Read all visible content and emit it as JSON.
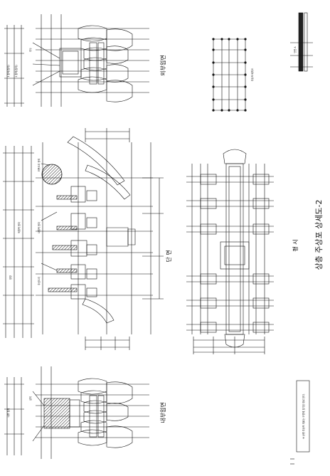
{
  "sheet_title": "상층 주상포 상세도-2",
  "views": {
    "exterior_elevation": "외부입면",
    "section": "단 면",
    "interior_elevation": "내부입면",
    "plan": "평 시",
    "key_plan": "주상포 배치도"
  },
  "legend_box_text": "※ 상층 주상포 재료는 도면에 표기된 대로 한다.",
  "notes": {
    "ext_top": "1 출목(첨차)",
    "ext_mid": "2 출목(첨차)",
    "ext_bot": "주두",
    "sec_1": "외목도리 장혀",
    "sec_2": "외출목 첨차",
    "sec_3": "내출목 첨차",
    "sec_4": "주심도리",
    "sec_5": "창방",
    "int_top": "내부 첨차",
    "int_mid": "살미",
    "small_right": "단면 A"
  }
}
